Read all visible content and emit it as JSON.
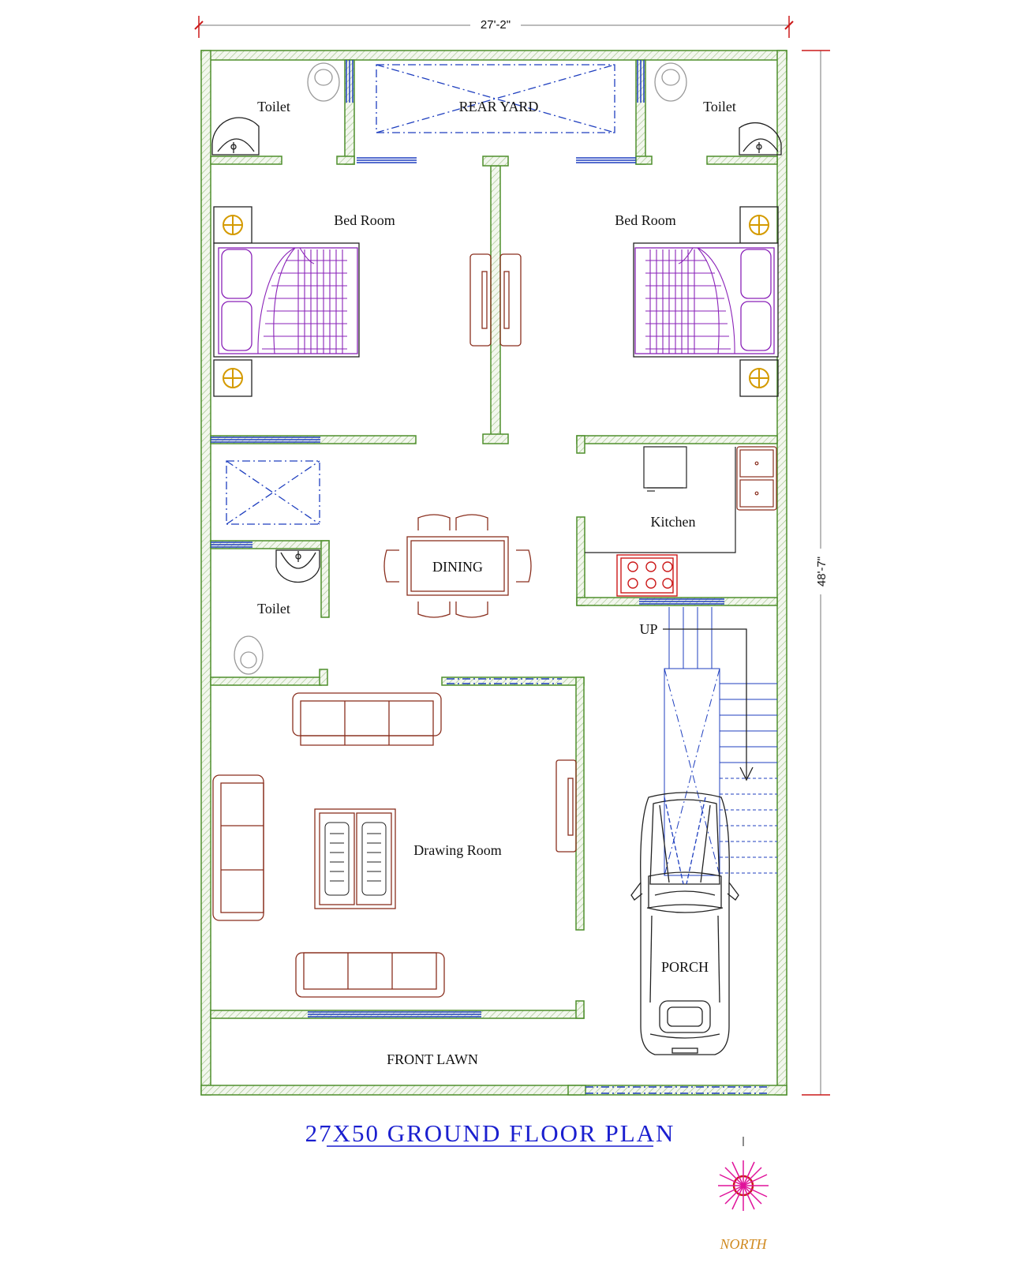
{
  "dimensions": {
    "width": "27'-2\"",
    "depth": "48'-7\""
  },
  "rooms": {
    "toilet_left": "Toilet",
    "rear_yard": "REAR YARD",
    "toilet_right": "Toilet",
    "bedroom_left": "Bed Room",
    "bedroom_right": "Bed Room",
    "kitchen": "Kitchen",
    "dining": "DINING",
    "toilet_common": "Toilet",
    "stair_up": "UP",
    "drawing_room": "Drawing Room",
    "porch": "PORCH",
    "front_lawn": "FRONT LAWN"
  },
  "title": "27X50 GROUND FLOOR PLAN",
  "compass": {
    "label": "NORTH"
  },
  "colors": {
    "wall": "#4e8f2c",
    "wall_fill": "#f3f7ee",
    "window": "#1f3fbf",
    "furniture": "#8a2f1e",
    "bed_pattern": "#8a22b8",
    "lamp": "#d49a00",
    "title": "#1a1fcf",
    "compass": "#e0129a",
    "north_label": "#d08a20",
    "dimension_line": "#cc1a1a",
    "fixture": "#888888"
  }
}
